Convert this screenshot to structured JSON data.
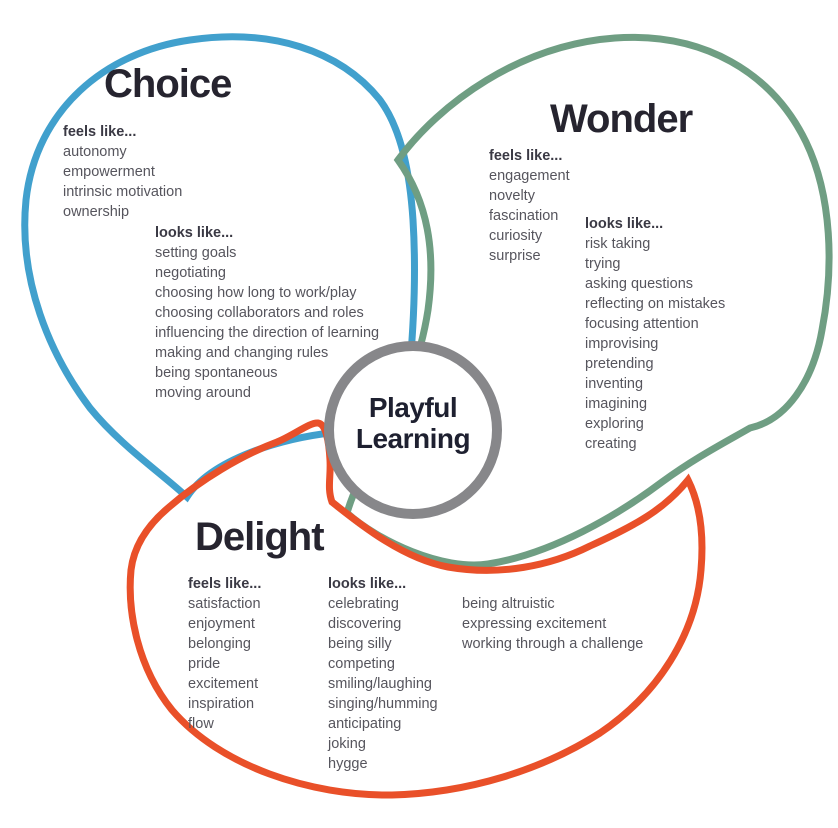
{
  "diagram": {
    "center": {
      "line1": "Playful",
      "line2": "Learning"
    },
    "colors": {
      "choice": "#41a0cd",
      "wonder": "#6f9e83",
      "delight": "#e95029",
      "center_ring": "#87878a"
    },
    "sections": {
      "choice": {
        "title": "Choice",
        "feels_label": "feels like...",
        "feels": [
          "autonomy",
          "empowerment",
          "intrinsic motivation",
          "ownership"
        ],
        "looks_label": "looks like...",
        "looks": [
          "setting goals",
          "negotiating",
          "choosing how long to work/play",
          "choosing collaborators and roles",
          "influencing the direction of learning",
          "making and changing rules",
          "being spontaneous",
          "moving around"
        ]
      },
      "wonder": {
        "title": "Wonder",
        "feels_label": "feels like...",
        "feels": [
          "engagement",
          "novelty",
          "fascination",
          "curiosity",
          "surprise"
        ],
        "looks_label": "looks like...",
        "looks": [
          "risk taking",
          "trying",
          "asking questions",
          "reflecting on mistakes",
          "focusing attention",
          "improvising",
          "pretending",
          "inventing",
          "imagining",
          "exploring",
          "creating"
        ]
      },
      "delight": {
        "title": "Delight",
        "feels_label": "feels like...",
        "feels": [
          "satisfaction",
          "enjoyment",
          "belonging",
          "pride",
          "excitement",
          "inspiration",
          "flow"
        ],
        "looks_label": "looks like...",
        "looks": [
          "celebrating",
          "discovering",
          "being silly",
          "competing",
          "smiling/laughing",
          "singing/humming",
          "anticipating",
          "joking",
          "hygge"
        ],
        "looks_extra": [
          "being altruistic",
          "expressing excitement",
          "working through a challenge"
        ]
      }
    }
  }
}
